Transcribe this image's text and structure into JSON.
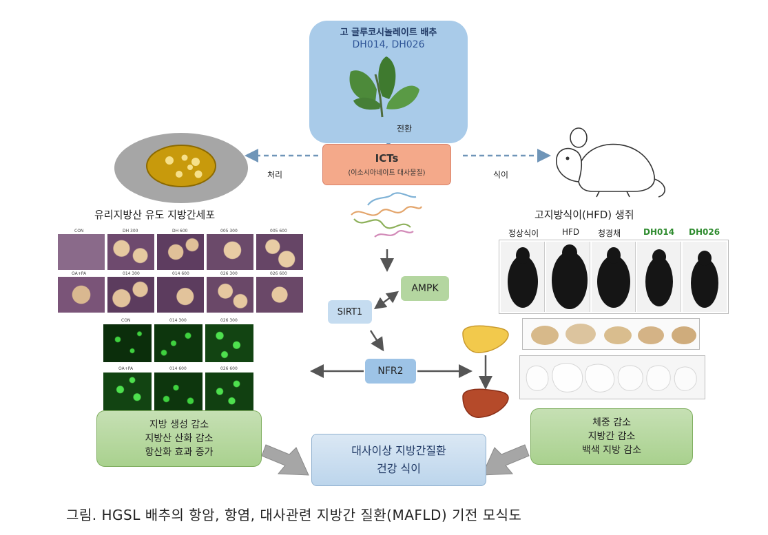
{
  "source": {
    "title": "고 글루코시놀레이트 배추",
    "varieties": "DH014, DH026",
    "convert_label": "전환"
  },
  "icts": {
    "title": "ICTs",
    "subtitle": "(이소시아네이트 대사물질)"
  },
  "left": {
    "treat_label": "처리",
    "cell_title": "유리지방산 유도 지방간세포",
    "micro_top_labels": [
      "CON",
      "DH 300",
      "DH 600",
      "005 300",
      "005 600",
      "OA+PA",
      "014 300",
      "014 600",
      "026 300",
      "026 600"
    ],
    "fluor_labels": [
      "CON",
      "014 300",
      "026 300",
      "OA+PA",
      "014 600",
      "026 600"
    ],
    "effects": [
      "지방 생성 감소",
      "지방산 산화 감소",
      "항산화 효과 증가"
    ]
  },
  "right": {
    "diet_label": "식이",
    "mouse_title": "고지방식이(HFD) 생쥐",
    "groups": [
      "정상식이",
      "HFD",
      "청경채",
      "DH014",
      "DH026"
    ],
    "effects": [
      "체중 감소",
      "지방간 감소",
      "백색 지방 감소"
    ]
  },
  "pathway": {
    "ampk": "AMPK",
    "sirt1": "SIRT1",
    "nfr2": "NFR2"
  },
  "center": {
    "line1": "대사이상 지방간질환",
    "line2": "건강 식이"
  },
  "caption": "그림. HGSL 배추의 항암, 항염, 대사관련 지방간 질환(MAFLD) 기전 모식도",
  "colors": {
    "source_bg": "#a9cbe9",
    "icts_bg": "#f4a98a",
    "effect_bg": "#a9d18e",
    "center_bg": "#c5dcef",
    "pathway_bg": "#9dc3e6",
    "ampk_bg": "#b4d6a0",
    "highlight_green": "#2e8b2e",
    "arrow_dashed": "#6f95b8"
  }
}
